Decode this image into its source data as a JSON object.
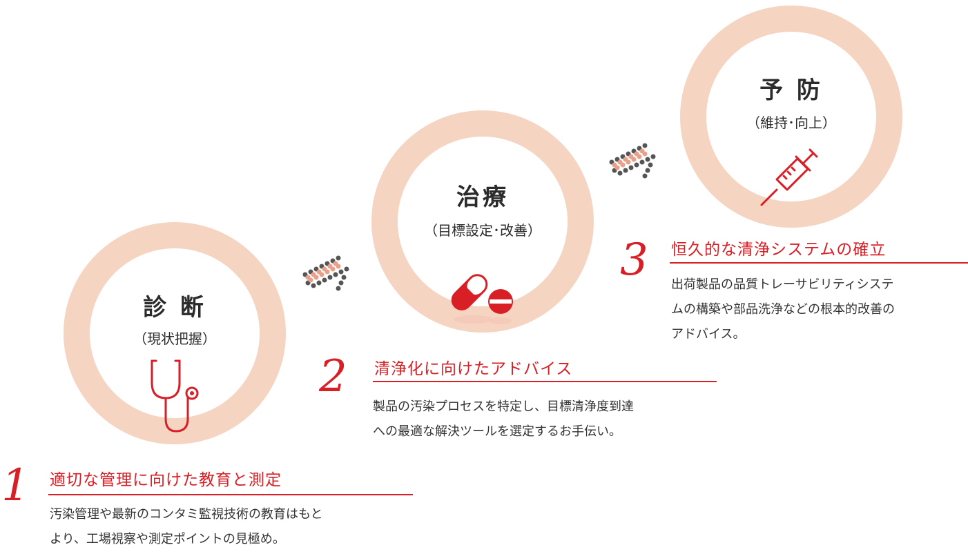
{
  "stages": [
    {
      "id": "diagnosis",
      "title": "診 断",
      "subtitle": "（現状把握）",
      "icon": "stethoscope-icon"
    },
    {
      "id": "treatment",
      "title": "治療",
      "subtitle": "（目標設定･改善）",
      "icon": "capsule-pill-icon"
    },
    {
      "id": "prevention",
      "title": "予 防",
      "subtitle": "（維持･向上）",
      "icon": "syringe-icon"
    }
  ],
  "steps": [
    {
      "number": "1",
      "title": "適切な管理に向けた教育と測定",
      "desc_lines": [
        "汚染管理や最新のコンタミ監視技術の教育はもと",
        "より、工場視察や測定ポイントの見極め。"
      ]
    },
    {
      "number": "2",
      "title": "清浄化に向けたアドバイス",
      "desc_lines": [
        "製品の汚染プロセスを特定し、目標清浄度到達",
        "への最適な解決ツールを選定するお手伝い。"
      ]
    },
    {
      "number": "3",
      "title": "恒久的な清浄システムの確立",
      "desc_lines": [
        "出荷製品の品質トレーサビリティシステ",
        "ムの構築や部品洗浄などの根本的改善の",
        "アドバイス。"
      ]
    }
  ],
  "colors": {
    "accent": "#d91f26",
    "ring": "#f5d4c2",
    "dot_dark": "#555555",
    "dot_light": "#e8a08a"
  }
}
